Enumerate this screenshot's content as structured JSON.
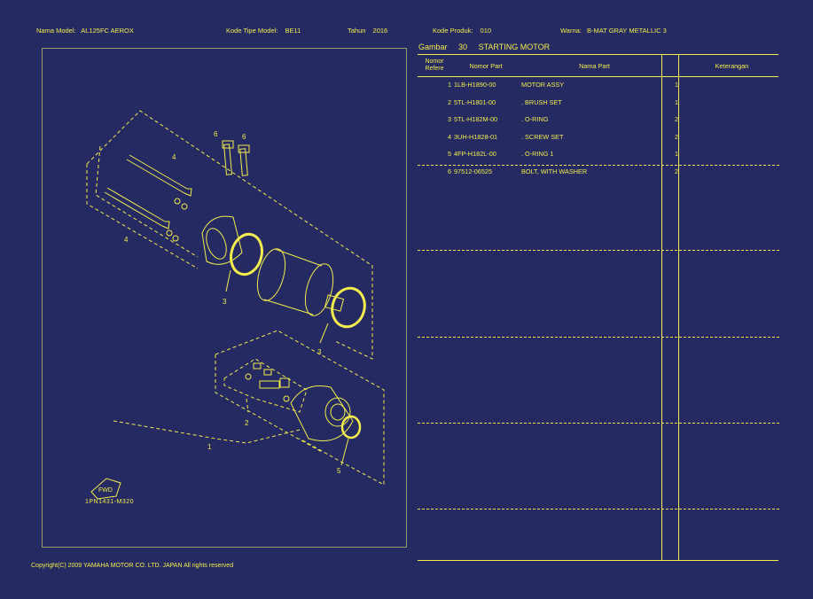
{
  "header": {
    "model_name_label": "Nama Model:",
    "model_name": "AL125FC AEROX",
    "type_code_label": "Kode Tipe Model:",
    "type_code": "BE11",
    "year_label": "Tahun",
    "year": "2016",
    "product_code_label": "Kode Produk:",
    "product_code": "010",
    "color_label": "Warna:",
    "color": "B-MAT GRAY METALLIC 3"
  },
  "figure": {
    "gambar_label": "Gambar",
    "number": "30",
    "title": "STARTING MOTOR",
    "diagram_code": "1PN1431-M320",
    "callouts": [
      "1",
      "2",
      "3",
      "3",
      "4",
      "4",
      "5",
      "6",
      "6"
    ],
    "fwd_label": "FWD"
  },
  "table": {
    "headers": {
      "ref_line1": "Nomor",
      "ref_line2": "Refere",
      "part_no": "Nomor Part",
      "part_name": "Nama Part",
      "qty": "",
      "notes": "Keterangan"
    },
    "rows": [
      {
        "ref": "1",
        "part_no": "1LB-H1890-00",
        "name": "MOTOR ASSY",
        "qty": "1",
        "notes": ""
      },
      {
        "ref": "2",
        "part_no": "5TL-H1801-00",
        "name": ". BRUSH SET",
        "qty": "1",
        "notes": ""
      },
      {
        "ref": "3",
        "part_no": "5TL-H182M-00",
        "name": ". O-RING",
        "qty": "2",
        "notes": ""
      },
      {
        "ref": "4",
        "part_no": "3UH-H1828-01",
        "name": ". SCREW SET",
        "qty": "2",
        "notes": ""
      },
      {
        "ref": "5",
        "part_no": "4FP-H182L-00",
        "name": ". O-RING 1",
        "qty": "1",
        "notes": ""
      },
      {
        "ref": "6",
        "part_no": "97512-06525",
        "name": "BOLT, WITH WASHER",
        "qty": "2",
        "notes": ""
      }
    ]
  },
  "footer": {
    "copyright": "Copyright(C) 2009 YAMAHA MOTOR CO. LTD. JAPAN All rights reserved"
  },
  "colors": {
    "background": "#252a62",
    "foreground": "#f2ec4e",
    "frame": "#9a9a6a"
  }
}
